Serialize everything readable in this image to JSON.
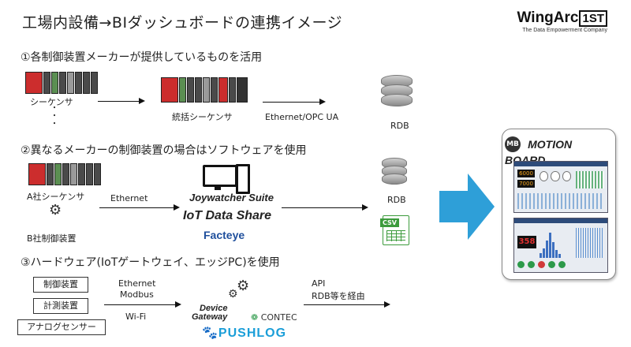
{
  "title": "工場内設備→BIダッシュボードの連携イメージ",
  "logo": {
    "main": "WingArc",
    "mark": "1ST",
    "sub": "The Data Empowerment Company"
  },
  "section1": {
    "heading": "①各制御装置メーカーが提供しているものを活用",
    "sequencer": "シーケンサ",
    "dots": "・\n・\n・",
    "integrated": "統括シーケンサ",
    "protocol": "Ethernet/OPC UA",
    "rdb": "RDB"
  },
  "section2": {
    "heading": "②異なるメーカーの制御装置の場合はソフトウェアを使用",
    "a_sequencer": "A社シーケンサ",
    "b_device": "B社制御装置",
    "protocol": "Ethernet",
    "software": [
      "Joywatcher Suite",
      "IoT Data Share",
      "Facteye"
    ],
    "rdb": "RDB",
    "csv": "CSV"
  },
  "section3": {
    "heading": "③ハードウェア(IoTゲートウェイ、エッジPC)を使用",
    "devices": [
      "制御装置",
      "計測装置",
      "アナログセンサー"
    ],
    "protocols": [
      "Ethernet",
      "Modbus",
      "Wi-Fi"
    ],
    "api": [
      "API",
      "RDB等を経由"
    ],
    "products": [
      "Device",
      "Gateway",
      "CONTEC",
      "PUSHLOG"
    ]
  },
  "motionboard": {
    "name": "MOTION BOARD",
    "badge": "MB"
  },
  "colors": {
    "arrow": "#2e9fd8",
    "pushlog": "#1a9ed8",
    "csv": "#3c9b3c",
    "red_module": "#cc2d2d"
  },
  "icons": [
    "gear-icon",
    "monitor-icon",
    "database-icon",
    "csv-file-icon",
    "arrow-right-icon"
  ]
}
